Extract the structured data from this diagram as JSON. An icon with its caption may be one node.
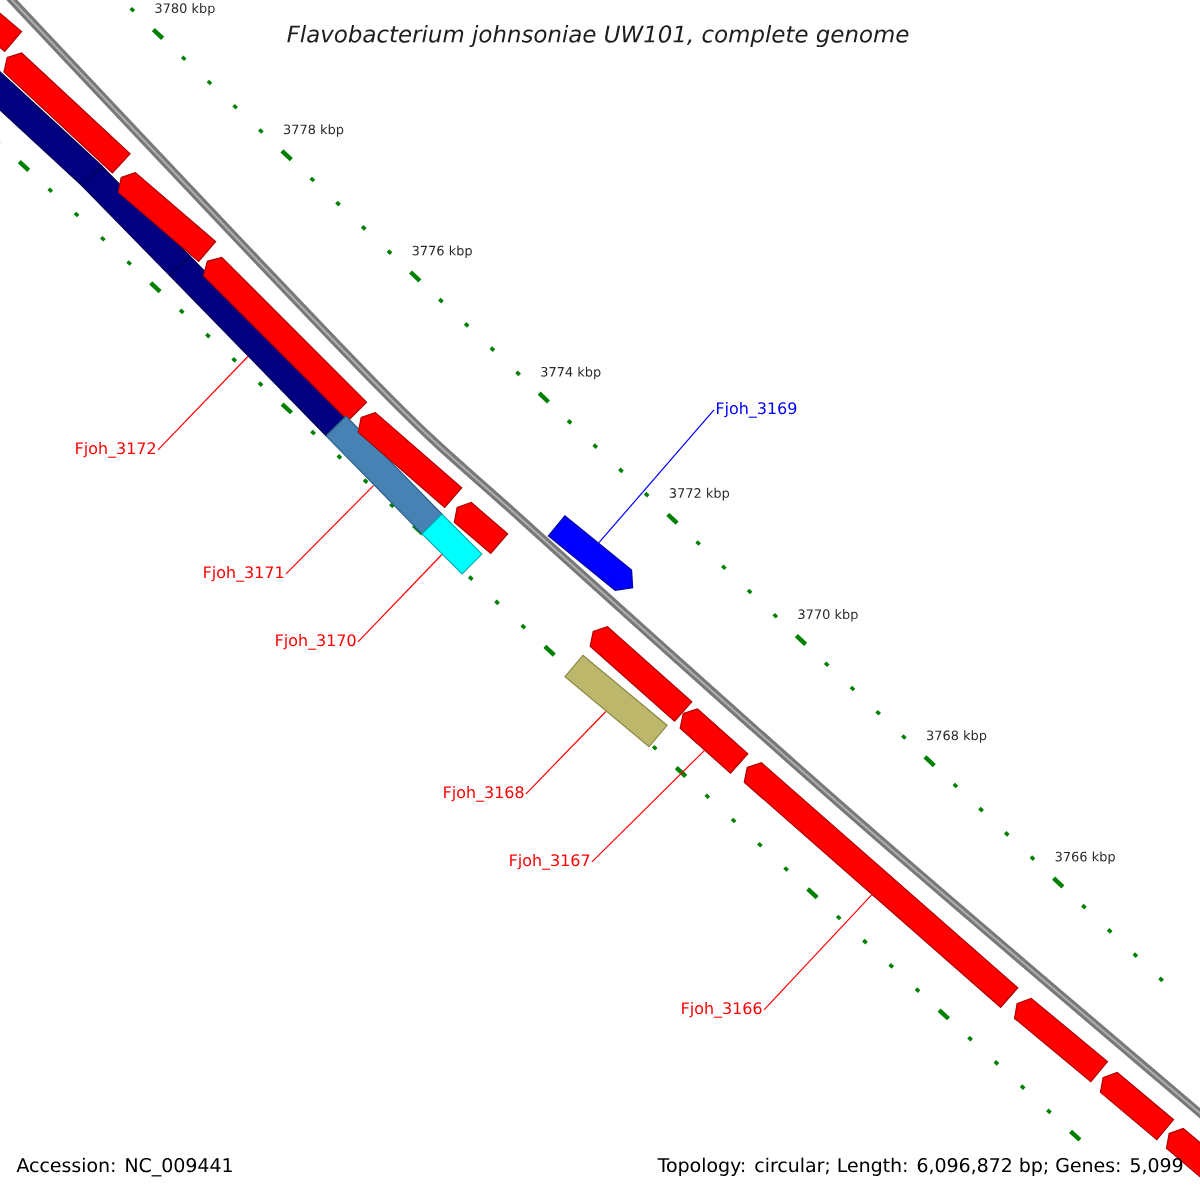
{
  "diagram": {
    "title": "Flavobacterium johnsoniae UW101, complete genome",
    "nodes": [
      {
        "text": [
          "Fjoh_3169"
        ]
      },
      {
        "text": [
          "Fjoh_3172"
        ]
      },
      {
        "text": [
          "Fjoh_3171"
        ]
      },
      {
        "text": [
          "Fjoh_3170"
        ]
      },
      {
        "text": [
          "Fjoh_3168"
        ]
      },
      {
        "text": [
          "Fjoh_3167"
        ]
      },
      {
        "text": [
          "Fjoh_3166"
        ]
      },
      {
        "text": [],
        "shape": "block"
      },
      {
        "text": [],
        "shape": "bar"
      },
      {
        "text": [],
        "shape": "block"
      },
      {
        "text": [],
        "shape": "bar"
      },
      {
        "text": [],
        "shape": "block"
      },
      {
        "text": [],
        "shape": "bar"
      },
      {
        "text": [],
        "shape": "block"
      },
      {
        "text": [],
        "shape": "bar"
      },
      {
        "text": [],
        "shape": "block"
      },
      {
        "text": [],
        "shape": "bar"
      },
      {
        "text": [],
        "shape": "block"
      },
      {
        "text": [],
        "shape": "block"
      },
      {
        "text": [],
        "shape": "block"
      },
      {
        "text": [],
        "shape": "bar"
      },
      {
        "text": [],
        "shape": "block"
      },
      {
        "text": [],
        "shape": "block"
      },
      {
        "text": [],
        "shape": "block"
      },
      {
        "text": [],
        "shape": "block"
      },
      {
        "text": [],
        "shape": "block"
      }
    ],
    "edges": [
      {
        "from": 0,
        "to": 18,
        "arrow": "none",
        "color": "#0000ff"
      },
      {
        "from": 1,
        "to": 12,
        "arrow": "none"
      },
      {
        "from": 2,
        "to": 14,
        "arrow": "none"
      },
      {
        "from": 3,
        "to": 16,
        "arrow": "none"
      },
      {
        "from": 4,
        "to": 20,
        "arrow": "none"
      },
      {
        "from": 5,
        "to": 21,
        "arrow": "none"
      },
      {
        "from": 6,
        "to": 22,
        "arrow": "none"
      }
    ],
    "labels": [
      "3780 kbp",
      "3778 kbp",
      "3776 kbp",
      "3774 kbp",
      "3772 kbp",
      "3770 kbp",
      "3768 kbp",
      "3766 kbp",
      "Accession: NC_009441",
      "Topology: circular; Length: 6,096,872 bp; Genes: 5,099"
    ]
  }
}
